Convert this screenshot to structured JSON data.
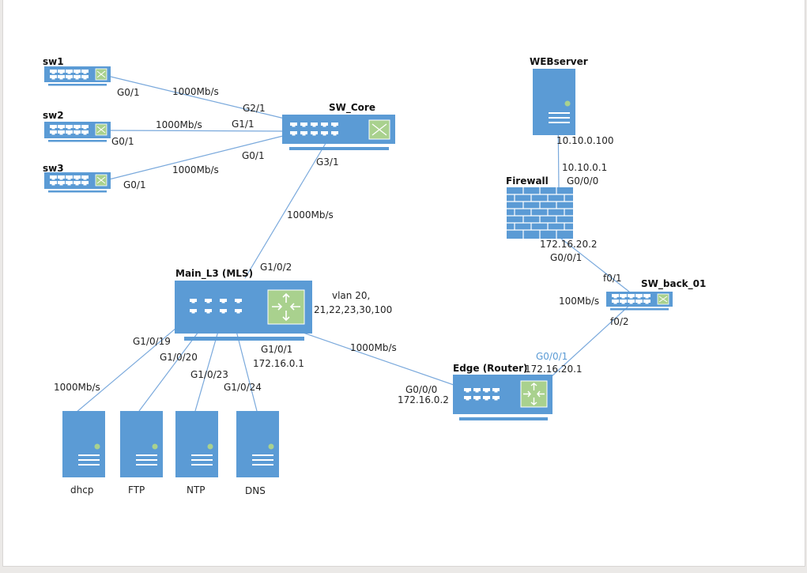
{
  "diagram": {
    "type": "network-topology",
    "colors": {
      "device": "#5b9bd5",
      "accent_panel": "#a9d18e",
      "link": "#7aa9dc",
      "status_dot": "#a9d18e",
      "accent_label": "#5b9bd5"
    },
    "devices": {
      "sw1": {
        "name": "sw1",
        "icon": "switch-icon"
      },
      "sw2": {
        "name": "sw2",
        "icon": "switch-icon"
      },
      "sw3": {
        "name": "sw3",
        "icon": "switch-icon"
      },
      "sw_core": {
        "name": "SW_Core",
        "icon": "switch-icon"
      },
      "main_l3": {
        "name": "Main_L3 (MLS)",
        "icon": "multilayer-switch-icon",
        "note_line1": "vlan 20,",
        "note_line2": "21,22,23,30,100"
      },
      "edge": {
        "name": "Edge (Router)",
        "icon": "router-icon"
      },
      "webserver": {
        "name": "WEBserver",
        "icon": "server-icon"
      },
      "firewall": {
        "name": "Firewall",
        "icon": "firewall-icon"
      },
      "sw_back": {
        "name": "SW_back_01",
        "icon": "switch-icon"
      },
      "dhcp": {
        "name": "dhcp",
        "icon": "server-icon"
      },
      "ftp": {
        "name": "FTP",
        "icon": "server-icon"
      },
      "ntp": {
        "name": "NTP",
        "icon": "server-icon"
      },
      "dns": {
        "name": "DNS",
        "icon": "server-icon"
      }
    },
    "links": {
      "sw1_core": {
        "from": "sw1",
        "to": "SW_Core",
        "from_port": "G0/1",
        "to_port": "G2/1",
        "speed": "1000Mb/s"
      },
      "sw2_core": {
        "from": "sw2",
        "to": "SW_Core",
        "from_port": "G0/1",
        "to_port": "G1/1",
        "speed": "1000Mb/s"
      },
      "sw3_core": {
        "from": "sw3",
        "to": "SW_Core",
        "from_port": "G0/1",
        "to_port": "G0/1",
        "speed": "1000Mb/s"
      },
      "core_l3": {
        "from": "SW_Core",
        "to": "Main_L3 (MLS)",
        "from_port": "G3/1",
        "to_port": "G1/0/2",
        "speed": "1000Mb/s"
      },
      "l3_edge": {
        "from": "Main_L3 (MLS)",
        "to": "Edge (Router)",
        "from_port": "G1/0/1",
        "from_ip": "172.16.0.1",
        "to_port": "G0/0/0",
        "to_ip": "172.16.0.2",
        "speed": "1000Mb/s"
      },
      "l3_dhcp": {
        "from": "Main_L3 (MLS)",
        "to": "dhcp",
        "from_port": "G1/0/19",
        "speed": "1000Mb/s"
      },
      "l3_ftp": {
        "from": "Main_L3 (MLS)",
        "to": "FTP",
        "from_port": "G1/0/20"
      },
      "l3_ntp": {
        "from": "Main_L3 (MLS)",
        "to": "NTP",
        "from_port": "G1/0/23"
      },
      "l3_dns": {
        "from": "Main_L3 (MLS)",
        "to": "DNS",
        "from_port": "G1/0/24"
      },
      "web_fw": {
        "from": "WEBserver",
        "to": "Firewall",
        "from_ip": "10.10.0.100",
        "to_ip": "10.10.0.1",
        "to_port": "G0/0/0"
      },
      "fw_swback": {
        "from": "Firewall",
        "to": "SW_back_01",
        "from_ip": "172.16.20.2",
        "from_port": "G0/0/1",
        "to_port": "f0/1",
        "speed": "100Mb/s"
      },
      "swback_edge": {
        "from": "SW_back_01",
        "to": "Edge (Router)",
        "from_port": "f0/2",
        "to_port": "G0/0/1",
        "to_ip": "172.16.20.1"
      }
    }
  }
}
